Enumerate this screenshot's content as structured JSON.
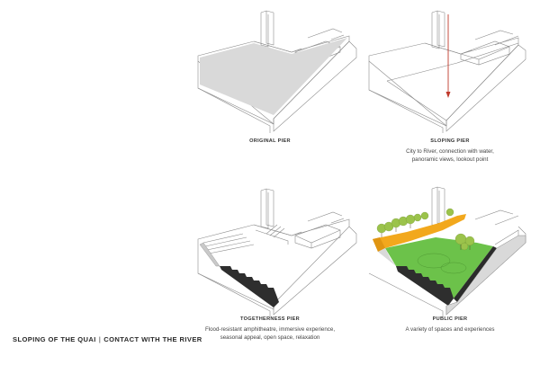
{
  "main_title": {
    "left": "SLOPING OF THE QUAI",
    "separator": "|",
    "right": "CONTACT WITH THE RIVER"
  },
  "panels": [
    {
      "title": "ORIGINAL PIER",
      "description_lines": []
    },
    {
      "title": "SLOPING PIER",
      "description_lines": [
        "City to River, connection with water,",
        "panoramic views, lookout point"
      ]
    },
    {
      "title": "TOGETHERNESS PIER",
      "description_lines": [
        "Flood-resistant amphitheatre, immersive experience,",
        "seasonal appeal, open space, relaxation"
      ]
    },
    {
      "title": "PUBLIC PIER",
      "description_lines": [
        "A variety of spaces and experiences"
      ]
    }
  ],
  "colors": {
    "line": "#8a8a8a",
    "pier_fill": "#d9d9d9",
    "arrow": "#c0392b",
    "steps": "#2e2e2e",
    "grass": "#6cc24a",
    "deck": "#f2a81d",
    "tree": "#9bc34b",
    "dark": "#2b2b2b"
  },
  "icons": [
    "down-arrow-icon",
    "tree-icon"
  ]
}
